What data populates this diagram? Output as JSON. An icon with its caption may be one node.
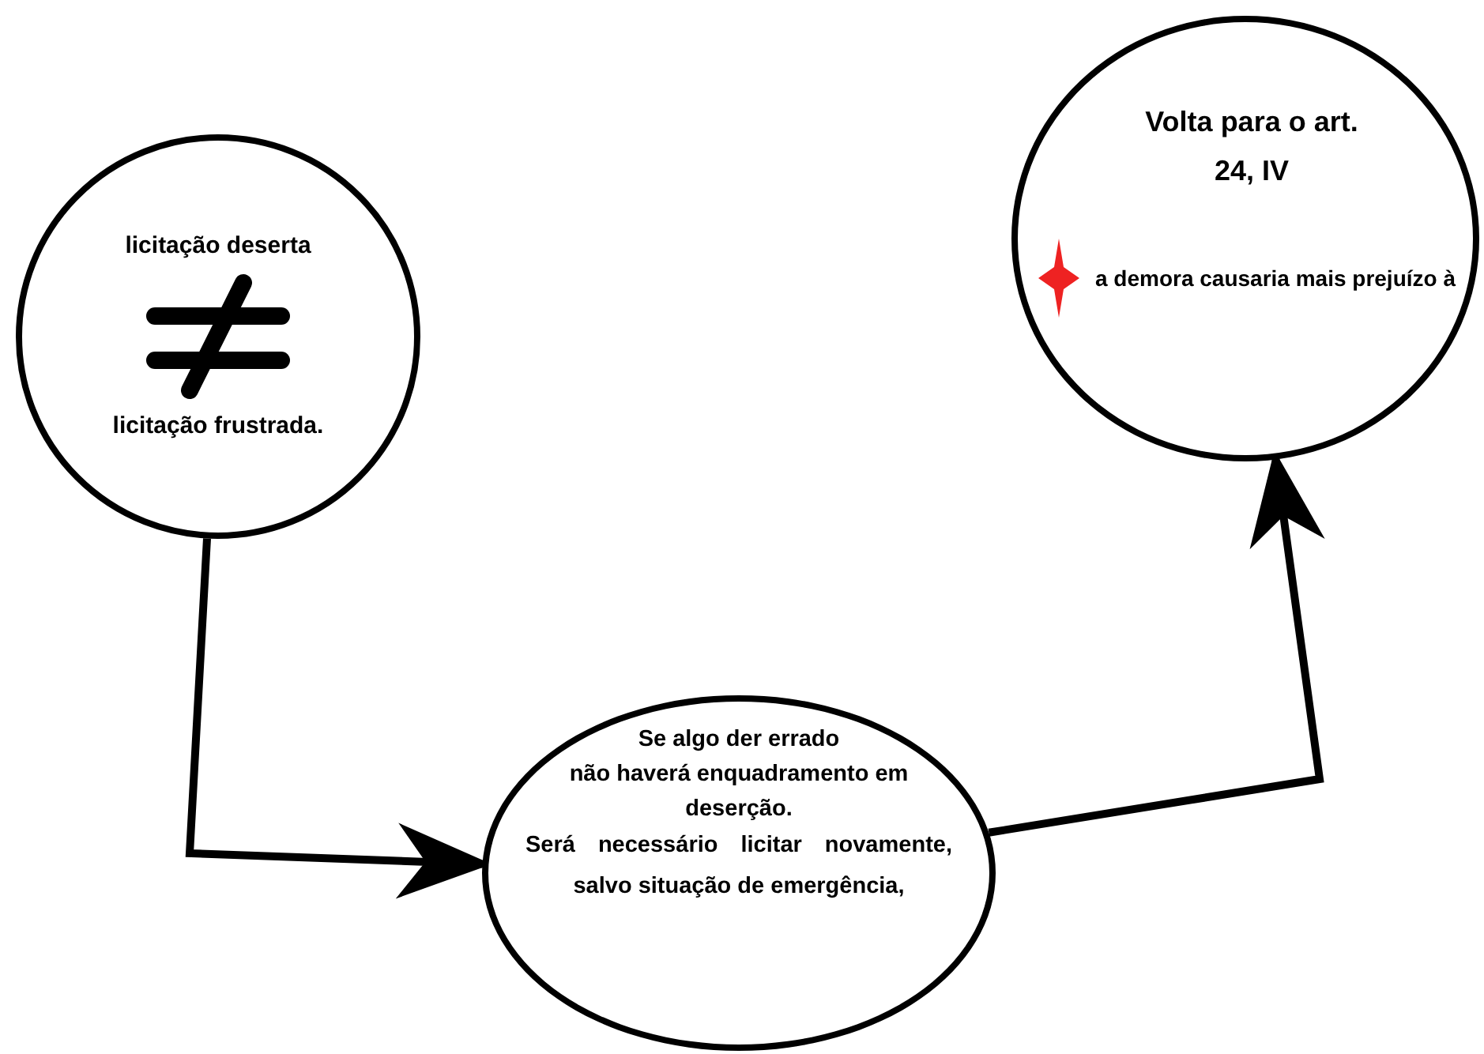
{
  "diagram": {
    "nodes": [
      {
        "text": [
          "licitação deserta",
          "licitação frustrada."
        ]
      },
      {
        "text": [
          "Se algo der errado",
          "não haverá enquadramento em deserção.",
          "Será necessário licitar novamente, salvo situação de emergência,"
        ]
      },
      {
        "text": [
          "Volta para o art. 24, IV",
          "a demora causaria mais prejuízo à"
        ]
      }
    ],
    "edges": [
      {
        "from": 0,
        "to": 1,
        "arrow": "to"
      },
      {
        "from": 1,
        "to": 2,
        "arrow": "to"
      }
    ]
  }
}
